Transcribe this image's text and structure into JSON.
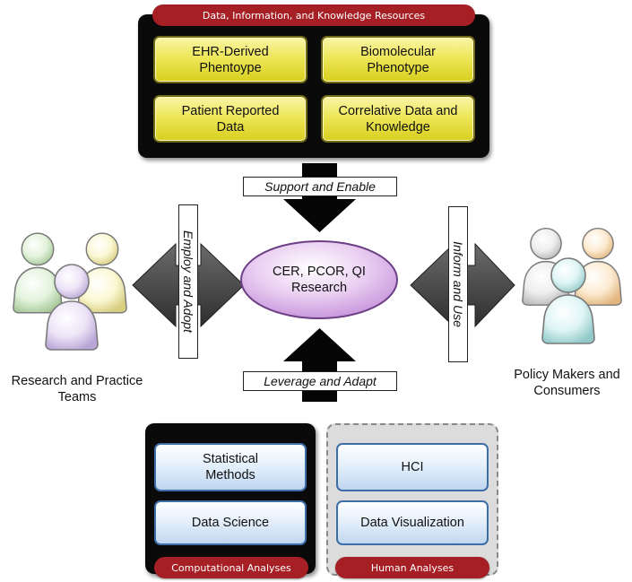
{
  "resources": {
    "banner": "Data, Information, and Knowledge Resources",
    "boxes": [
      {
        "line1": "EHR-Derived",
        "line2": "Phentoype"
      },
      {
        "line1": "Biomolecular",
        "line2": "Phenotype"
      },
      {
        "line1": "Patient Reported",
        "line2": "Data"
      },
      {
        "line1": "Correlative Data and",
        "line2": "Knowledge"
      }
    ]
  },
  "flows": {
    "support": "Support and Enable",
    "leverage": "Leverage and Adapt",
    "employ": "Employ and Adopt",
    "inform": "Inform and Use"
  },
  "center": {
    "line1": "CER, PCOR, QI",
    "line2": "Research"
  },
  "left_group": {
    "line1": "Research and Practice",
    "line2": "Teams"
  },
  "right_group": {
    "line1": "Policy Makers and",
    "line2": "Consumers"
  },
  "computational": {
    "banner": "Computational Analyses",
    "boxes": [
      {
        "line1": "Statistical",
        "line2": "Methods"
      },
      {
        "line1": "Data Science",
        "line2": ""
      }
    ]
  },
  "human": {
    "banner": "Human Analyses",
    "boxes": [
      {
        "line1": "HCI",
        "line2": ""
      },
      {
        "line1": "Data Visualization",
        "line2": ""
      }
    ]
  },
  "colors": {
    "banner": "#a51f24",
    "yellow_box": "#eee75a",
    "blue_box": "#c0d6f0",
    "ellipse": "#d7a6e6",
    "arrow_dark": "#050505",
    "arrow_grey": "#3e3e3e"
  },
  "icons": [
    "people-group-icon",
    "people-group-icon"
  ]
}
